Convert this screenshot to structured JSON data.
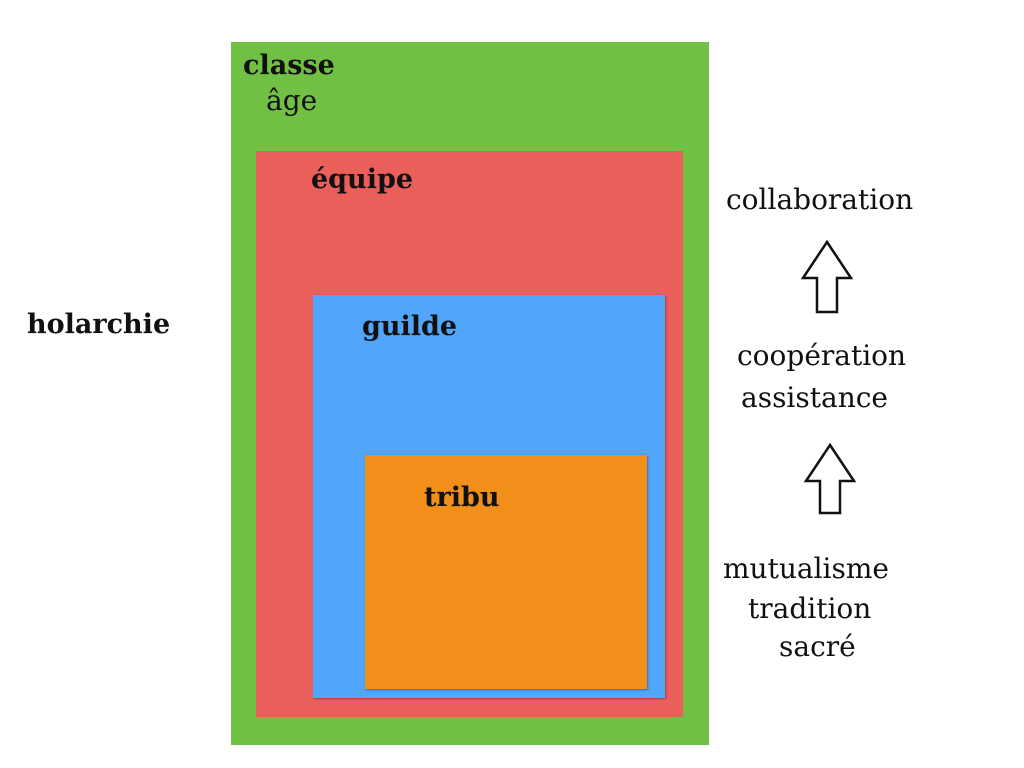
{
  "diagram": {
    "outer_label": "holarchie",
    "nested_boxes": [
      {
        "title": "classe",
        "subtitle": "âge",
        "color": "#72c043"
      },
      {
        "title": "équipe",
        "color": "#eb5f5a"
      },
      {
        "title": "guilde",
        "color": "#51a5fb"
      },
      {
        "title": "tribu",
        "color": "#f28f1b"
      }
    ],
    "progression": {
      "top": "collaboration",
      "middle": [
        "coopération",
        "assistance"
      ],
      "bottom": [
        "mutualisme",
        "tradition",
        "sacré"
      ],
      "arrow_icons": [
        "up-arrow-icon",
        "up-arrow-icon"
      ]
    }
  }
}
